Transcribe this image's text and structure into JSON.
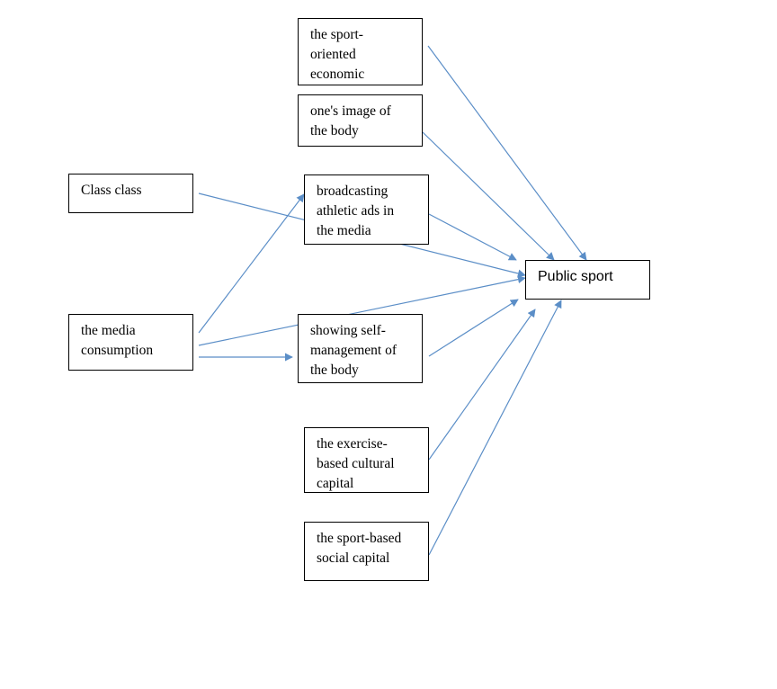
{
  "diagram": {
    "line_color": "#5b8ec7",
    "nodes": {
      "sport_oriented_economic": "the sport-\noriented\neconomic",
      "body_image": "one's image of\nthe body",
      "class": "Class class",
      "broadcasting_ads": "broadcasting\nathletic ads in\nthe media",
      "public_sport": "Public sport",
      "media_consumption": "the media\nconsumption",
      "self_management": "showing self-\nmanagement of\nthe body",
      "cultural_capital": "the exercise-\nbased cultural\ncapital",
      "social_capital": "the sport-based\nsocial capital"
    },
    "edges": [
      {
        "from": "sport_oriented_economic",
        "to": "public_sport"
      },
      {
        "from": "body_image",
        "to": "public_sport"
      },
      {
        "from": "broadcasting_ads",
        "to": "public_sport"
      },
      {
        "from": "class",
        "to": "public_sport"
      },
      {
        "from": "media_consumption",
        "to": "public_sport"
      },
      {
        "from": "media_consumption",
        "to": "broadcasting_ads"
      },
      {
        "from": "media_consumption",
        "to": "self_management"
      },
      {
        "from": "self_management",
        "to": "public_sport"
      },
      {
        "from": "cultural_capital",
        "to": "public_sport"
      },
      {
        "from": "social_capital",
        "to": "public_sport"
      }
    ]
  }
}
